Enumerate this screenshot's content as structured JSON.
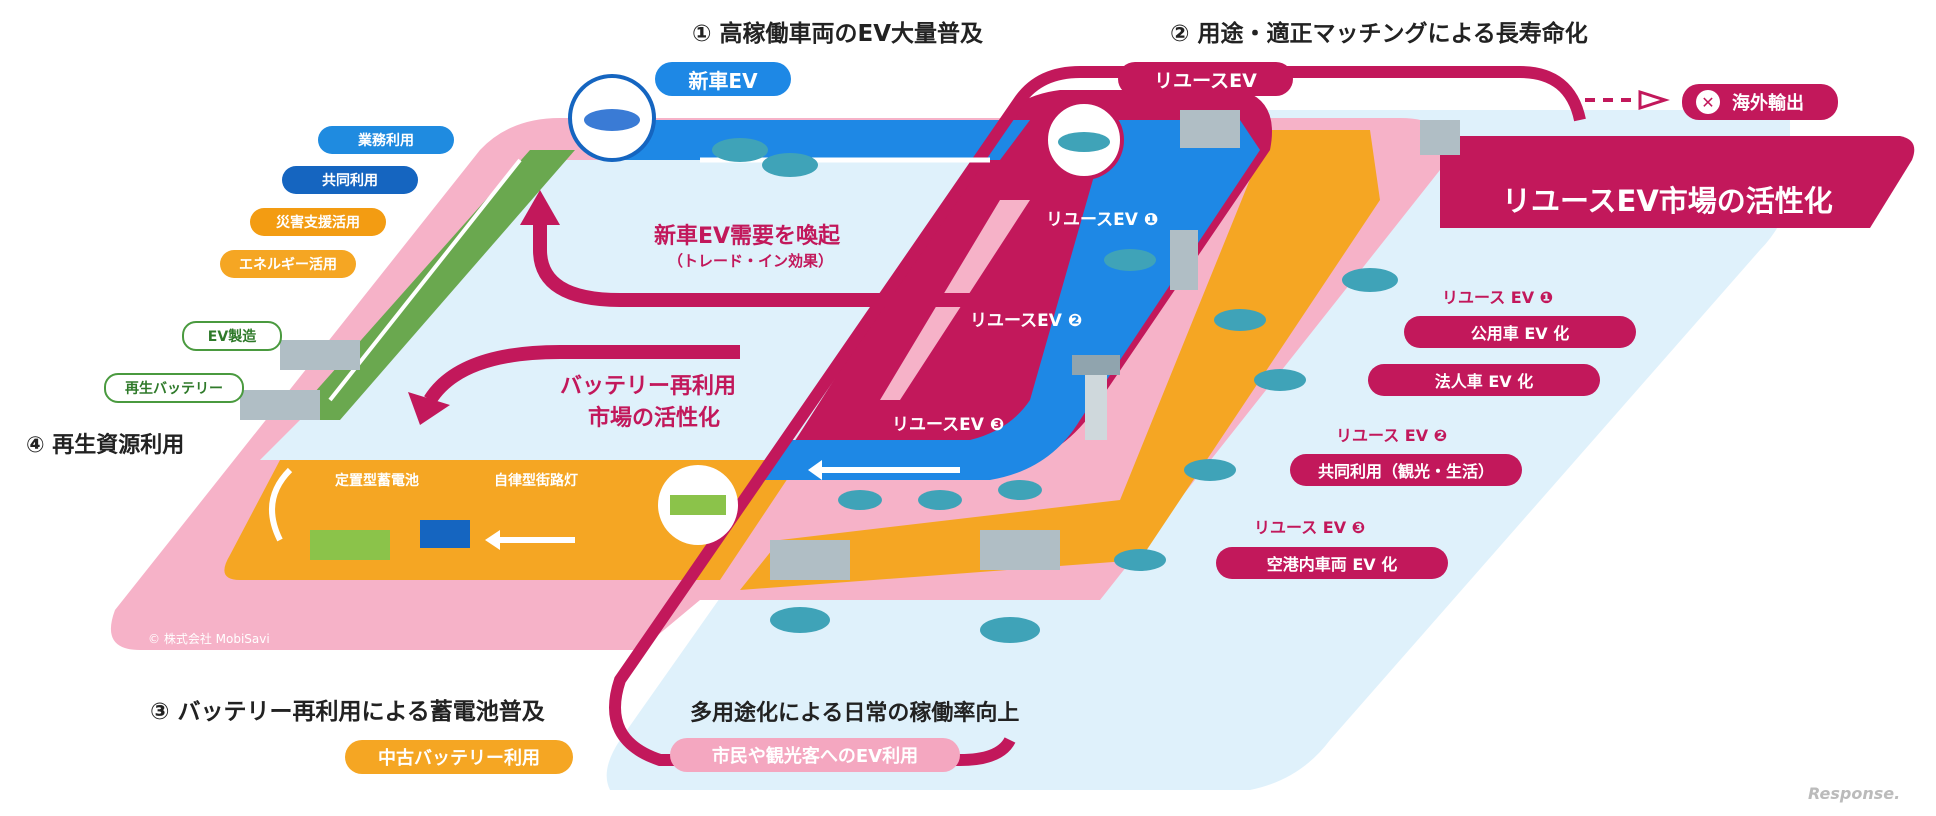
{
  "headings": {
    "h1": "① 高稼働車両のEV大量普及",
    "h2": "② 用途・適正マッチングによる長寿命化",
    "h3": "③ バッテリー再利用による蓄電池普及",
    "h4": "④ 再生資源利用",
    "bottom": "多用途化による日常の稼働率向上"
  },
  "badges": {
    "new_ev": "新車EV",
    "reuse_ev_top": "リユースEV",
    "export": "海外輸出",
    "reuse_market_banner": "リユースEV市場の活性化",
    "used_battery": "中古バッテリー利用",
    "citizen_ev": "市民や観光客へのEV利用"
  },
  "left_uses": [
    "業務利用",
    "共同利用",
    "災害支援活用",
    "エネルギー活用"
  ],
  "left_uses_colors": [
    "#1f8be0",
    "#1565c0",
    "#f39c12",
    "#f5a623"
  ],
  "recycle_labels": {
    "ev_manufacturing": "EV製造",
    "recycled_battery": "再生バッテリー"
  },
  "center_texts": {
    "new_ev_demand": "新車EV需要を喚起",
    "trade_in": "（トレード・イン効果）",
    "battery_reuse_line1": "バッテリー再利用",
    "battery_reuse_line2": "市場の活性化",
    "stationary_battery": "定置型蓄電池",
    "street_light": "自律型街路灯"
  },
  "reuse_stages": [
    "リユースEV ❶",
    "リユースEV ❷",
    "リユースEV ❸"
  ],
  "right_list": [
    {
      "heading": "リユース EV ❶",
      "items": [
        "公用車 EV 化",
        "法人車 EV 化"
      ]
    },
    {
      "heading": "リユース EV ❷",
      "items": [
        "共同利用（観光・生活）"
      ]
    },
    {
      "heading": "リユース EV ❸",
      "items": [
        "空港内車両 EV 化"
      ]
    }
  ],
  "copyright": "© 株式会社 MobiSavi",
  "watermark": "Response.",
  "colors": {
    "magenta": "#c2185b",
    "pink": "#f4a7c0",
    "light_blue": "#dff1fb",
    "blue": "#1e88e5",
    "orange": "#f5a623",
    "green": "#6aa84f"
  }
}
